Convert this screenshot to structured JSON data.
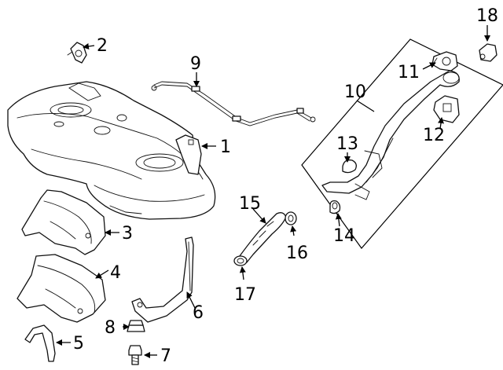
{
  "diagram": {
    "callouts": {
      "c1": "1",
      "c2": "2",
      "c3": "3",
      "c4": "4",
      "c5": "5",
      "c6": "6",
      "c7": "7",
      "c8": "8",
      "c9": "9",
      "c10": "10",
      "c11": "11",
      "c12": "12",
      "c13": "13",
      "c14": "14",
      "c15": "15",
      "c16": "16",
      "c17": "17",
      "c18": "18"
    },
    "colors": {
      "line": "#111111",
      "background": "#ffffff"
    }
  }
}
